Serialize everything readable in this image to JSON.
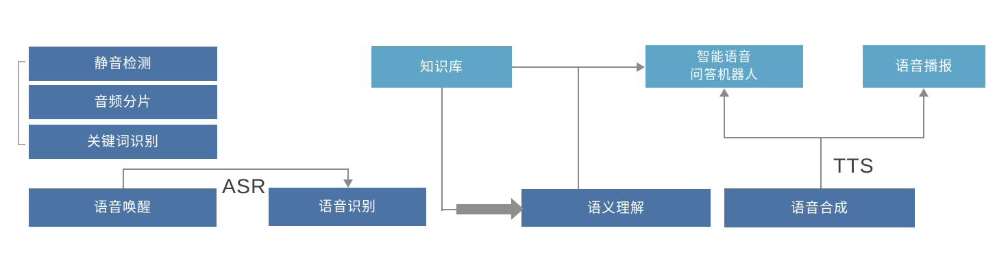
{
  "diagram": {
    "title_hint": "voice-ai-pipeline-flowchart",
    "colors": {
      "dark_box": "#4b73a4",
      "light_box": "#5fa5c7",
      "connector_line": "#8a8a8a",
      "thick_arrow": "#8e8e8e",
      "bracket": "#a8a8a8",
      "box_text": "#ffffff",
      "edge_label_text": "#3c3c46",
      "background": "#ffffff"
    },
    "boxes": [
      {
        "id": "silence-detection",
        "label": "静音检测",
        "style": "dark"
      },
      {
        "id": "audio-segmentation",
        "label": "音频分片",
        "style": "dark"
      },
      {
        "id": "keyword-recognition",
        "label": "关键词识别",
        "style": "dark"
      },
      {
        "id": "voice-wakeup",
        "label": "语音唤醒",
        "style": "dark"
      },
      {
        "id": "speech-recognition",
        "label": "语音识别",
        "style": "dark"
      },
      {
        "id": "knowledge-base",
        "label": "知识库",
        "style": "light"
      },
      {
        "id": "semantic-understanding",
        "label": "语义理解",
        "style": "dark"
      },
      {
        "id": "qa-robot",
        "label": "智能语音\n问答机器人",
        "style": "light"
      },
      {
        "id": "voice-broadcast",
        "label": "语音播报",
        "style": "light"
      },
      {
        "id": "speech-synthesis",
        "label": "语音合成",
        "style": "dark"
      }
    ],
    "edge_labels": {
      "asr": "ASR",
      "tts": "TTS"
    },
    "edges": [
      {
        "from": "voice-wakeup",
        "to": "speech-recognition",
        "label": "ASR"
      },
      {
        "from": "knowledge-base",
        "to": "qa-robot",
        "label": ""
      },
      {
        "from": "knowledge-base",
        "to": "semantic-understanding",
        "label": ""
      },
      {
        "from": "speech-recognition",
        "to": "semantic-understanding",
        "label": "",
        "style": "thick"
      },
      {
        "from": "speech-synthesis",
        "to": "qa-robot",
        "label": "TTS"
      },
      {
        "from": "speech-synthesis",
        "to": "voice-broadcast",
        "label": "TTS"
      }
    ]
  }
}
